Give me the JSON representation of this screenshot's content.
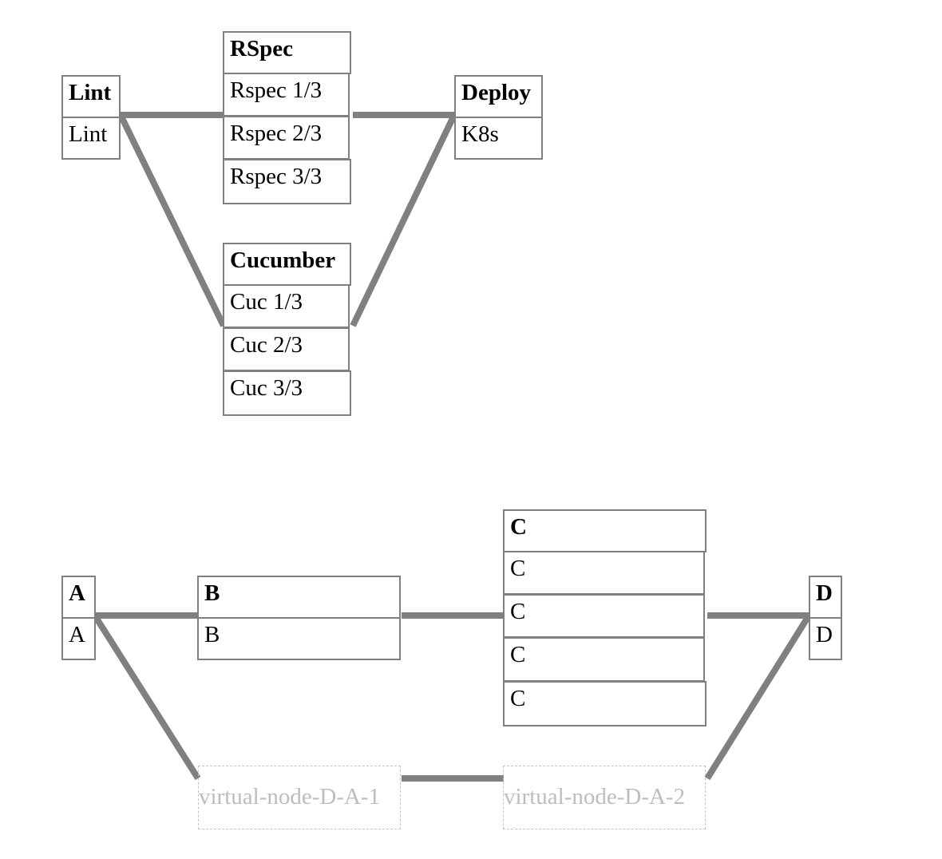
{
  "diagram_1": {
    "lint": {
      "title": "Lint",
      "jobs": [
        "Lint"
      ]
    },
    "rspec": {
      "title": "RSpec",
      "jobs": [
        "Rspec 1/3",
        "Rspec 2/3",
        "Rspec 3/3"
      ]
    },
    "cucumber": {
      "title": "Cucumber",
      "jobs": [
        "Cuc 1/3",
        "Cuc 2/3",
        "Cuc 3/3"
      ]
    },
    "deploy": {
      "title": "Deploy",
      "jobs": [
        "K8s"
      ]
    }
  },
  "diagram_2": {
    "a": {
      "title": "A",
      "jobs": [
        "A"
      ]
    },
    "b": {
      "title": "B",
      "jobs": [
        "B"
      ]
    },
    "c": {
      "title": "C",
      "jobs": [
        "C",
        "C",
        "C",
        "C"
      ]
    },
    "d": {
      "title": "D",
      "jobs": [
        "D"
      ]
    },
    "virtual_1": "virtual-node-D-A-1",
    "virtual_2": "virtual-node-D-A-2"
  },
  "colors": {
    "edge": "#808080",
    "border": "#808080",
    "virtual_border": "#c4c4c4",
    "virtual_text": "#bdbdbd"
  }
}
